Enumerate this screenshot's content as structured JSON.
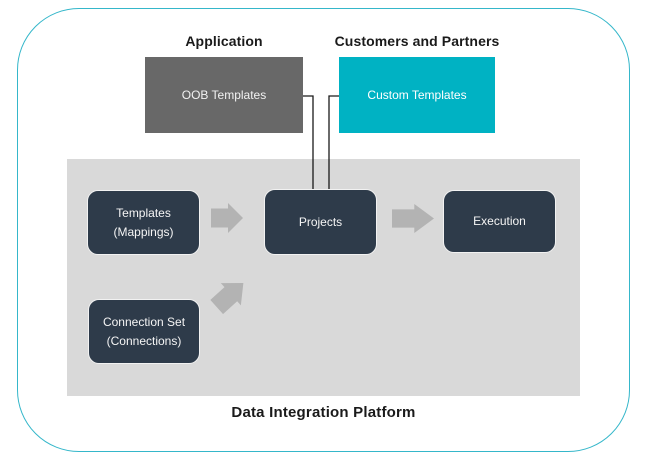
{
  "colors": {
    "outer_border": "#35b7ca",
    "oob_box": "#686868",
    "custom_box": "#00b2c3",
    "platform_bg": "#d9d9d9",
    "dark_box": "#2e3b4a",
    "arrow": "#b3b3b3",
    "connector": "#1a1a1a",
    "header_text": "#1a1a1a",
    "box_text": "#f5f5f5"
  },
  "headers": {
    "application": "Application",
    "customers": "Customers and Partners"
  },
  "top_boxes": {
    "oob": "OOB Templates",
    "custom": "Custom Templates"
  },
  "platform": {
    "label": "Data Integration Platform",
    "templates": {
      "line1": "Templates",
      "line2": "(Mappings)"
    },
    "projects": "Projects",
    "execution": "Execution",
    "connection_set": {
      "line1": "Connection Set",
      "line2": "(Connections)"
    }
  },
  "icons": {
    "arrow_templates_to_projects": "block-arrow-right",
    "arrow_projects_to_execution": "block-arrow-right",
    "arrow_connection_set_up_right": "block-arrow-up-right"
  }
}
